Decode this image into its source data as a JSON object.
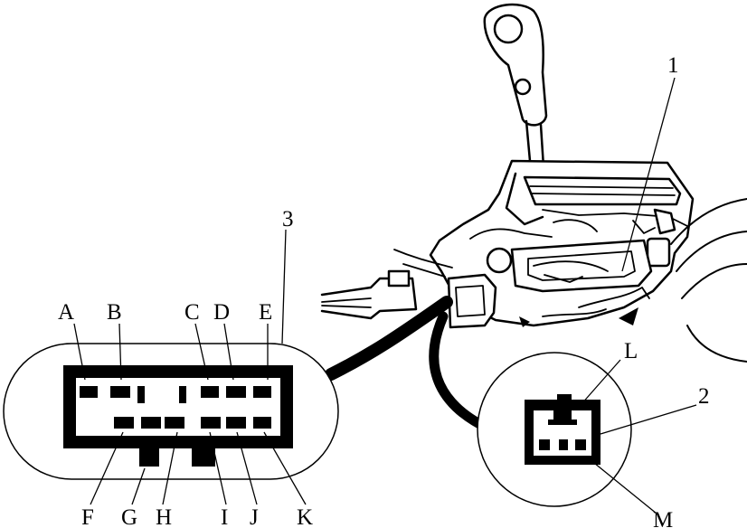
{
  "callouts": {
    "n1": "1",
    "n2": "2",
    "n3": "3"
  },
  "pin_labels": {
    "top": [
      "A",
      "B",
      "C",
      "D",
      "E"
    ],
    "bottom": [
      "F",
      "G",
      "H",
      "I",
      "J",
      "K"
    ]
  },
  "switch_labels": {
    "L": "L",
    "M": "M"
  },
  "colors": {
    "ink": "#000000",
    "paper": "#ffffff"
  }
}
